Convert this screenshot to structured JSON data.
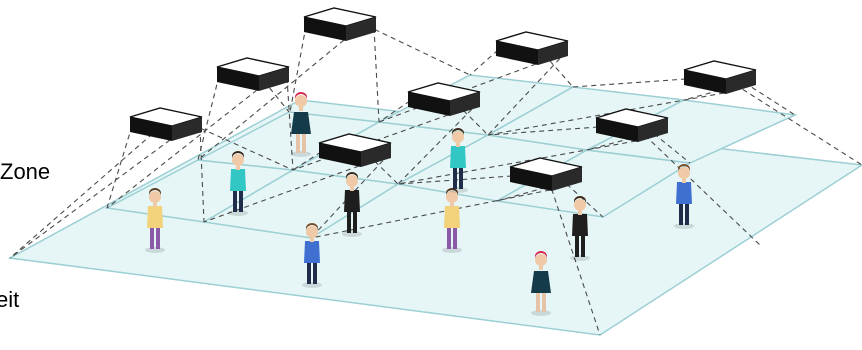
{
  "labels": {
    "zone": "Zone",
    "breit": "eit"
  },
  "colors": {
    "floor_fill": "#e6f6f7",
    "floor_stroke": "#9ccfd3",
    "dash": "#4a4a4a",
    "device_body": "#1c1c1c",
    "device_top": "#ffffff"
  },
  "icons": [
    "ceiling-sensor-icon",
    "person-icon"
  ],
  "counts": {
    "ceiling_sensors": 9,
    "floor_tiles": 9,
    "people": 10
  }
}
